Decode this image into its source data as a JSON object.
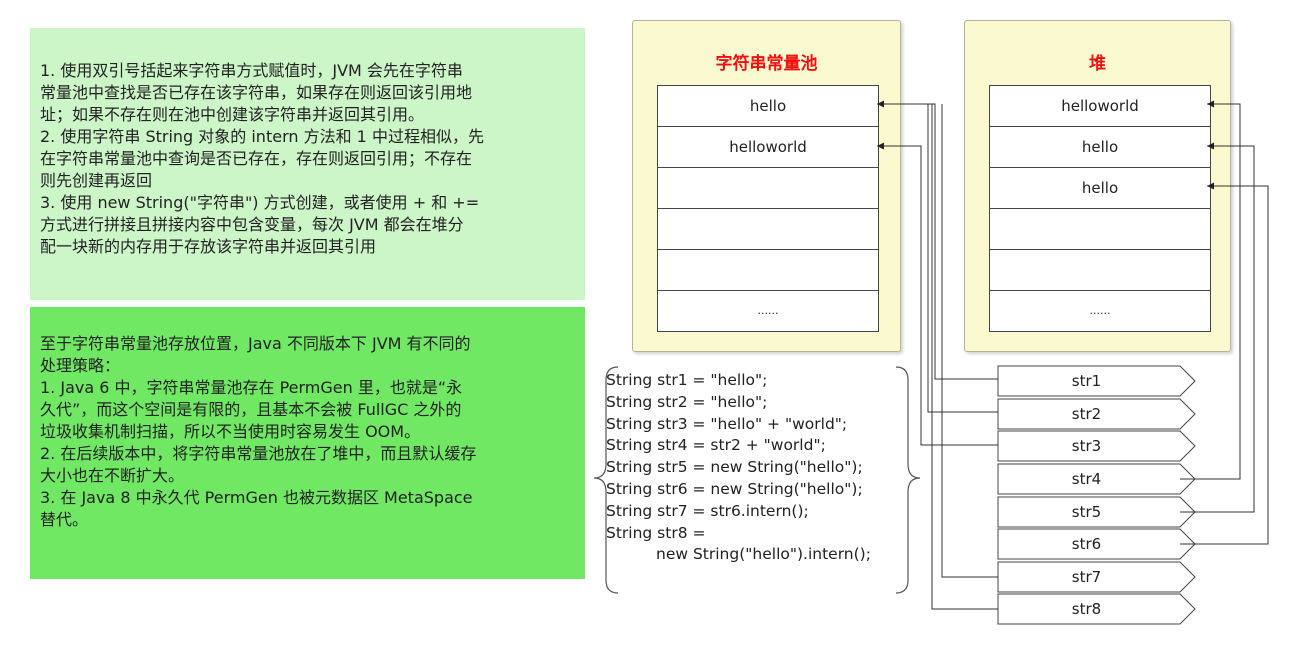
{
  "notes": [
    {
      "lines": [
        "1. 使用双引号括起来字符串方式赋值时，JVM 会先在字符串",
        "常量池中查找是否已存在该字符串，如果存在则返回该引用地",
        "址；如果不存在则在池中创建该字符串并返回其引用。",
        "2. 使用字符串 String 对象的 intern 方法和 1 中过程相似，先",
        "在字符串常量池中查询是否已存在，存在则返回引用；不存在",
        "则先创建再返回",
        "3. 使用 new String(\"字符串\") 方式创建，或者使用 + 和 +=",
        "方式进行拼接且拼接内容中包含变量，每次 JVM 都会在堆分",
        "配一块新的内存用于存放该字符串并返回其引用"
      ]
    },
    {
      "lines": [
        "至于字符串常量池存放位置，Java 不同版本下 JVM 有不同的",
        "处理策略：",
        "1. Java 6 中，字符串常量池存在 PermGen 里，也就是“永",
        "久代”，而这个空间是有限的，且基本不会被 FullGC 之外的",
        "垃圾收集机制扫描，所以不当使用时容易发生 OOM。",
        "2. 在后续版本中，将字符串常量池放在了堆中，而且默认缓存",
        "大小也在不断扩大。",
        "3. 在 Java 8 中永久代 PermGen 也被元数据区 MetaSpace",
        "替代。"
      ]
    }
  ],
  "pool": {
    "title": "字符串常量池",
    "slots": [
      "hello",
      "helloworld",
      "",
      "",
      "",
      "......"
    ]
  },
  "heap": {
    "title": "堆",
    "slots": [
      "helloworld",
      "hello",
      "hello",
      "",
      "",
      "......"
    ]
  },
  "code": {
    "lines": [
      "String str1 = \"hello\";",
      "String str2 = \"hello\";",
      "String str3 = \"hello\" + \"world\";",
      "String str4 = str2 + \"world\";",
      "String str5 = new String(\"hello\");",
      "String str6 = new String(\"hello\");",
      "String str7 = str6.intern();",
      "String str8 =",
      "new String(\"hello\").intern();"
    ]
  },
  "variables": [
    "str1",
    "str2",
    "str3",
    "str4",
    "str5",
    "str6",
    "str7",
    "str8"
  ],
  "colors": {
    "note1_bg": "#ccf5c8",
    "note2_bg": "#70e864",
    "panel_bg": "#fbf9cf",
    "panel_title": "#f01010"
  }
}
